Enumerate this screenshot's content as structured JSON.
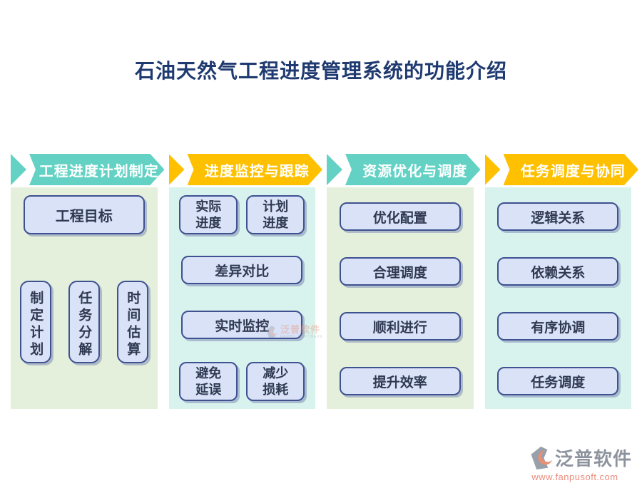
{
  "title": "石油天然气工程进度管理系统的功能介绍",
  "columns": [
    {
      "header": "工程进度计划制定",
      "header_color": "#63D2C4",
      "panel_color": "#E4F0DB",
      "items": {
        "top": "工程目标",
        "verticals": [
          "制定计划",
          "任务分解",
          "时间估算"
        ]
      }
    },
    {
      "header": "进度监控与跟踪",
      "header_color": "#FFC000",
      "panel_color": "#D8F2ED",
      "items": {
        "pair_top": [
          "实际进度",
          "计划进度"
        ],
        "row1": "差异对比",
        "row2": "实时监控",
        "pair_bottom": [
          "避免延误",
          "减少损耗"
        ]
      }
    },
    {
      "header": "资源优化与调度",
      "header_color": "#63D2C4",
      "panel_color": "#E4F0DB",
      "items": {
        "rows": [
          "优化配置",
          "合理调度",
          "顺利进行",
          "提升效率"
        ]
      }
    },
    {
      "header": "任务调度与协同",
      "header_color": "#FFC000",
      "panel_color": "#D8F2ED",
      "items": {
        "rows": [
          "逻辑关系",
          "依赖关系",
          "有序协调",
          "任务调度"
        ]
      }
    }
  ],
  "watermark": {
    "text": "泛普软件",
    "subtext": "FANPU SOFTWARE"
  },
  "brand": {
    "name": "泛普软件",
    "url": "www.fanpusoft.com"
  },
  "colors": {
    "title_text": "#1F3A70",
    "header_teal": "#63D2C4",
    "header_yellow": "#FFC000",
    "header_text": "#FFFFFF",
    "panel_green": "#E4F0DB",
    "panel_cyan": "#D8F2ED",
    "box_fill": "#D9E2F6",
    "box_border": "#3E5191",
    "box_text": "#2F3A52",
    "brand_gray": "#8D949E",
    "brand_salmon": "#EC8B7D"
  }
}
